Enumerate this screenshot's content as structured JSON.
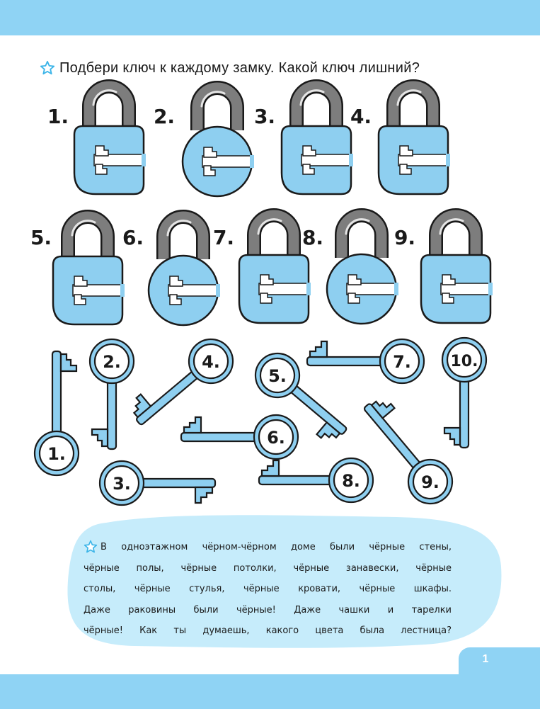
{
  "task1": {
    "instruction": "Подбери ключ к каждому замку. Какой ключ лишний?",
    "icon": "star-outline-icon"
  },
  "locks": [
    "1.",
    "2.",
    "3.",
    "4.",
    "5.",
    "6.",
    "7.",
    "8.",
    "9."
  ],
  "keys": [
    "1.",
    "2.",
    "3.",
    "4.",
    "5.",
    "6.",
    "7.",
    "8.",
    "9.",
    "10."
  ],
  "task2": {
    "icon": "star-outline-icon",
    "lines": [
      "В одноэтажном чёрном-чёрном доме были чёрные стены,",
      "чёрные полы, чёрные потолки, чёрные занавески, чёрные",
      "столы, чёрные стулья, чёрные кровати, чёрные шкафы.",
      "Даже раковины были чёрные! Даже чашки и тарелки",
      "чёрные! Как ты думаешь, какого цвета была лестница?"
    ]
  },
  "page_number": "1",
  "colors": {
    "band": "#8fd3f4",
    "lock_body": "#8ecff0",
    "lock_shackle": "#7d7d7d",
    "key": "#8ecff0",
    "bubble": "#c6ecfb",
    "outline": "#1a1a1a",
    "star": "#3ab4e8"
  }
}
